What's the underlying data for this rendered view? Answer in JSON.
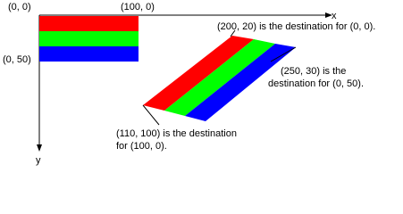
{
  "labels": {
    "origin": "(0, 0)",
    "point_100_0": "(100, 0)",
    "point_0_50": "(0, 50)",
    "x_axis": "x",
    "y_axis": "y",
    "note_200_20": "(200, 20) is the destination for (0, 0).",
    "note_250_30_line1": "(250, 30) is the",
    "note_250_30_line2": "destination for (0, 50).",
    "note_110_100_line1": "(110, 100) is the destination",
    "note_110_100_line2": "for (100, 0)."
  },
  "colors": {
    "red": "#ff0000",
    "green": "#00ff00",
    "blue": "#0000ff",
    "axis": "#000000"
  }
}
